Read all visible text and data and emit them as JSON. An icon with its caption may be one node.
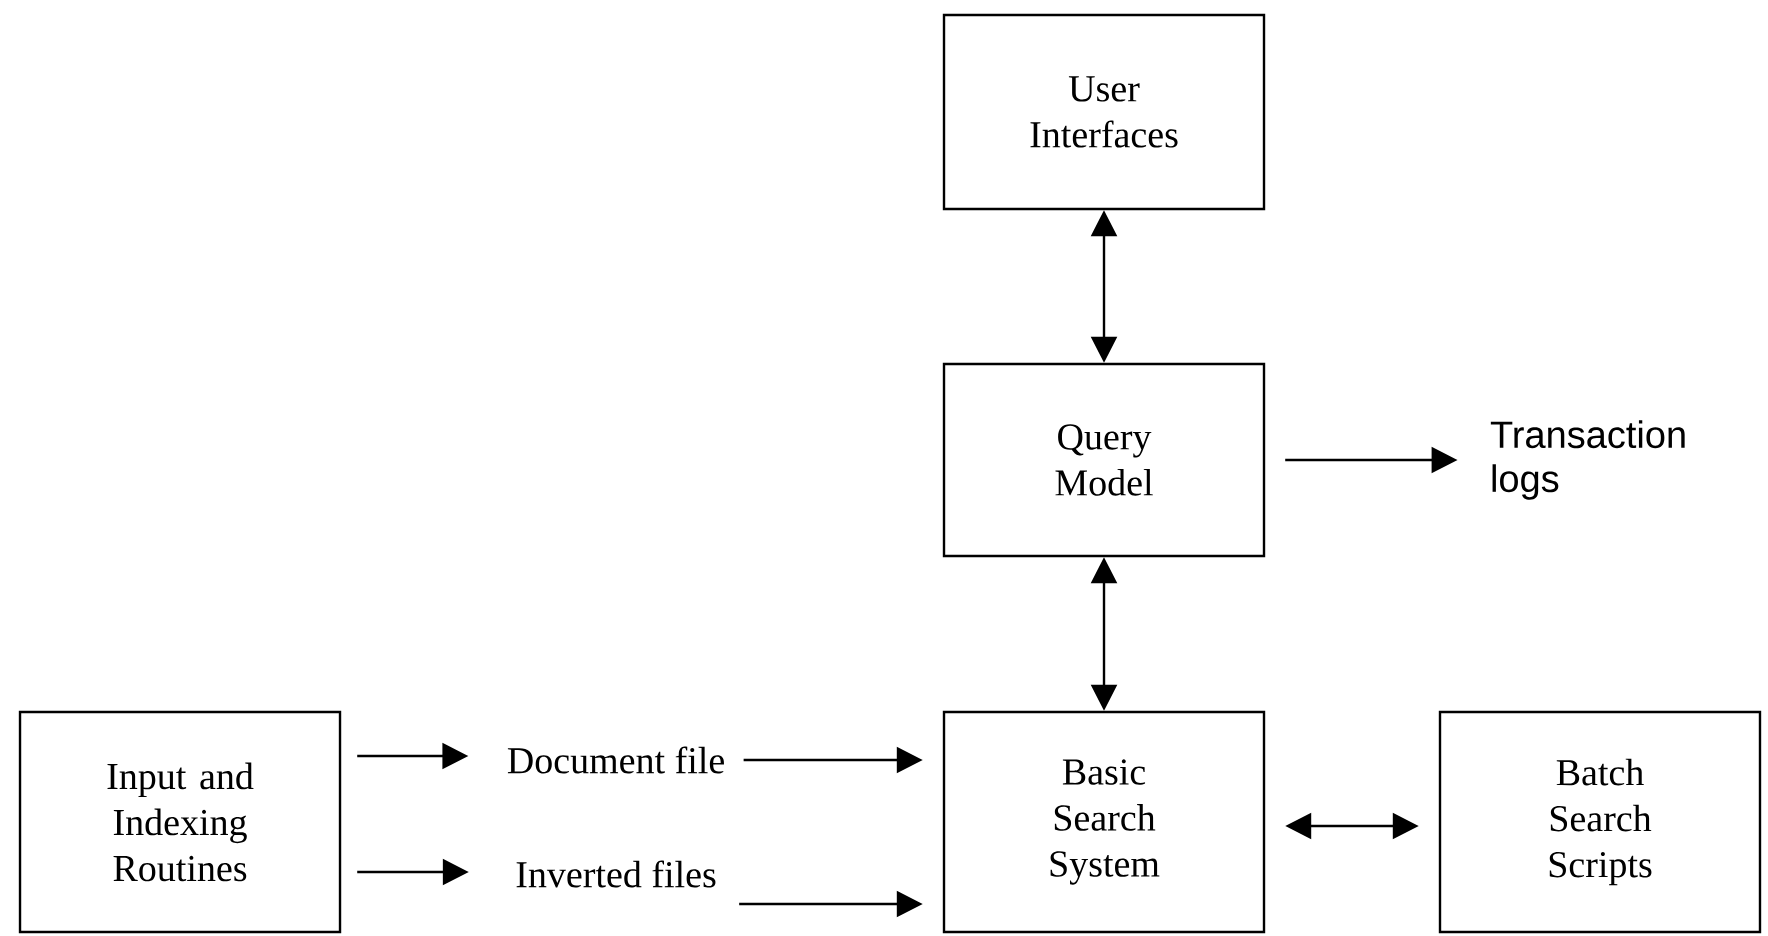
{
  "diagram": {
    "nodes": [
      {
        "text": [
          "User Interfaces"
        ]
      },
      {
        "text": [
          "Query Model"
        ]
      },
      {
        "text": [
          "Transaction logs"
        ]
      },
      {
        "text": [
          "Input and Indexing Routines"
        ]
      },
      {
        "text": [
          "Document file"
        ]
      },
      {
        "text": [
          "Inverted files"
        ]
      },
      {
        "text": [
          "Basic Search System"
        ]
      },
      {
        "text": [
          "Batch Search Scripts"
        ]
      }
    ],
    "edges": [
      {
        "from": 0,
        "to": 1,
        "arrow": "both"
      },
      {
        "from": 1,
        "to": 2,
        "arrow": "to"
      },
      {
        "from": 1,
        "to": 6,
        "arrow": "both"
      },
      {
        "from": 3,
        "to": 4,
        "arrow": "to"
      },
      {
        "from": 3,
        "to": 5,
        "arrow": "to"
      },
      {
        "from": 4,
        "to": 6,
        "arrow": "to"
      },
      {
        "from": 5,
        "to": 6,
        "arrow": "to"
      },
      {
        "from": 6,
        "to": 7,
        "arrow": "both"
      }
    ]
  }
}
